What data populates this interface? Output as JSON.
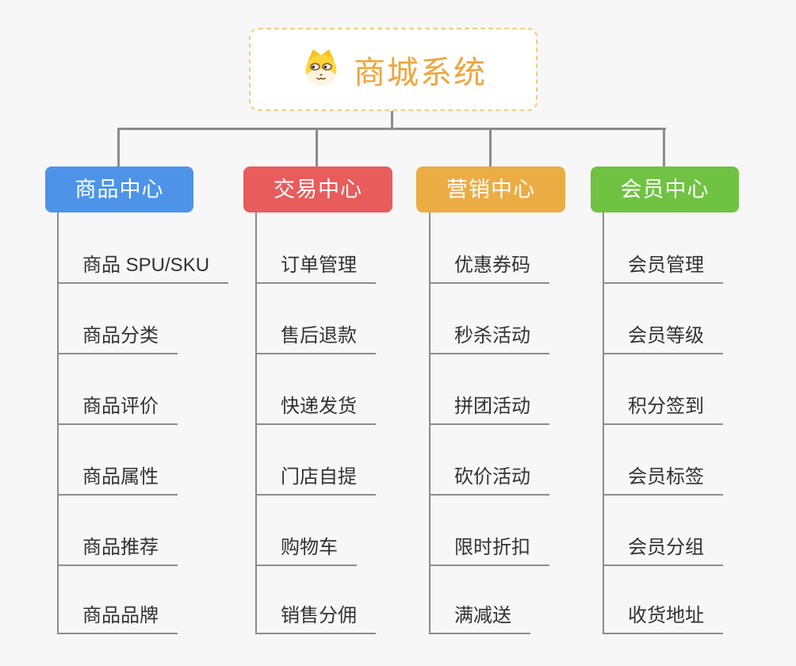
{
  "canvas": {
    "background": "#f7f7f7",
    "connector_color": "#8b8b8b"
  },
  "root": {
    "title": "商城系统",
    "icon": "dog-face-icon",
    "text_color": "#f0a43c",
    "border_color": "#f2cc86",
    "background": "#ffffff"
  },
  "branches": [
    {
      "label": "商品中心",
      "color": "#4d94e8",
      "children": [
        "商品 SPU/SKU",
        "商品分类",
        "商品评价",
        "商品属性",
        "商品推荐",
        "商品品牌"
      ]
    },
    {
      "label": "交易中心",
      "color": "#e85c5c",
      "children": [
        "订单管理",
        "售后退款",
        "快递发货",
        "门店自提",
        "购物车",
        "销售分佣"
      ]
    },
    {
      "label": "营销中心",
      "color": "#ecac44",
      "children": [
        "优惠券码",
        "秒杀活动",
        "拼团活动",
        "砍价活动",
        "限时折扣",
        "满减送"
      ]
    },
    {
      "label": "会员中心",
      "color": "#70c242",
      "children": [
        "会员管理",
        "会员等级",
        "积分签到",
        "会员标签",
        "会员分组",
        "收货地址"
      ]
    }
  ]
}
